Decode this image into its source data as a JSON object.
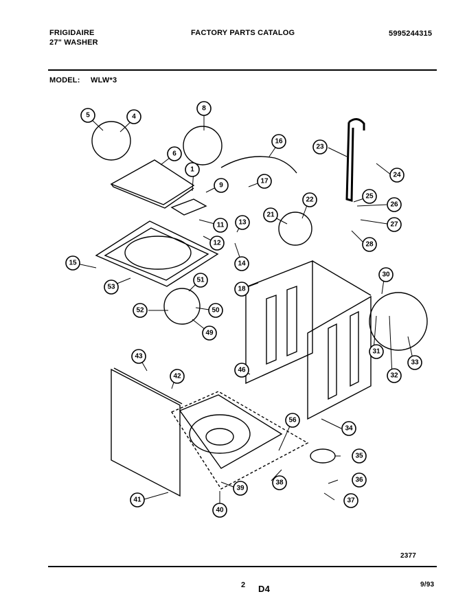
{
  "header": {
    "brand": "FRIGIDAIRE",
    "product": "27\" WASHER",
    "catalog_title": "FACTORY PARTS CATALOG",
    "catalog_number": "5995244315",
    "model_label": "MODEL:",
    "model_value": "WLW*3"
  },
  "diagram": {
    "callouts": [
      "1",
      "4",
      "5",
      "6",
      "8",
      "9",
      "11",
      "12",
      "13",
      "14",
      "15",
      "16",
      "17",
      "18",
      "21",
      "22",
      "23",
      "24",
      "25",
      "26",
      "27",
      "28",
      "30",
      "31",
      "32",
      "33",
      "34",
      "35",
      "36",
      "37",
      "38",
      "39",
      "40",
      "41",
      "42",
      "43",
      "46",
      "49",
      "50",
      "51",
      "52",
      "53",
      "56"
    ],
    "figure_number": "2377"
  },
  "footer": {
    "page_number": "2",
    "section": "D4",
    "date": "9/93"
  }
}
